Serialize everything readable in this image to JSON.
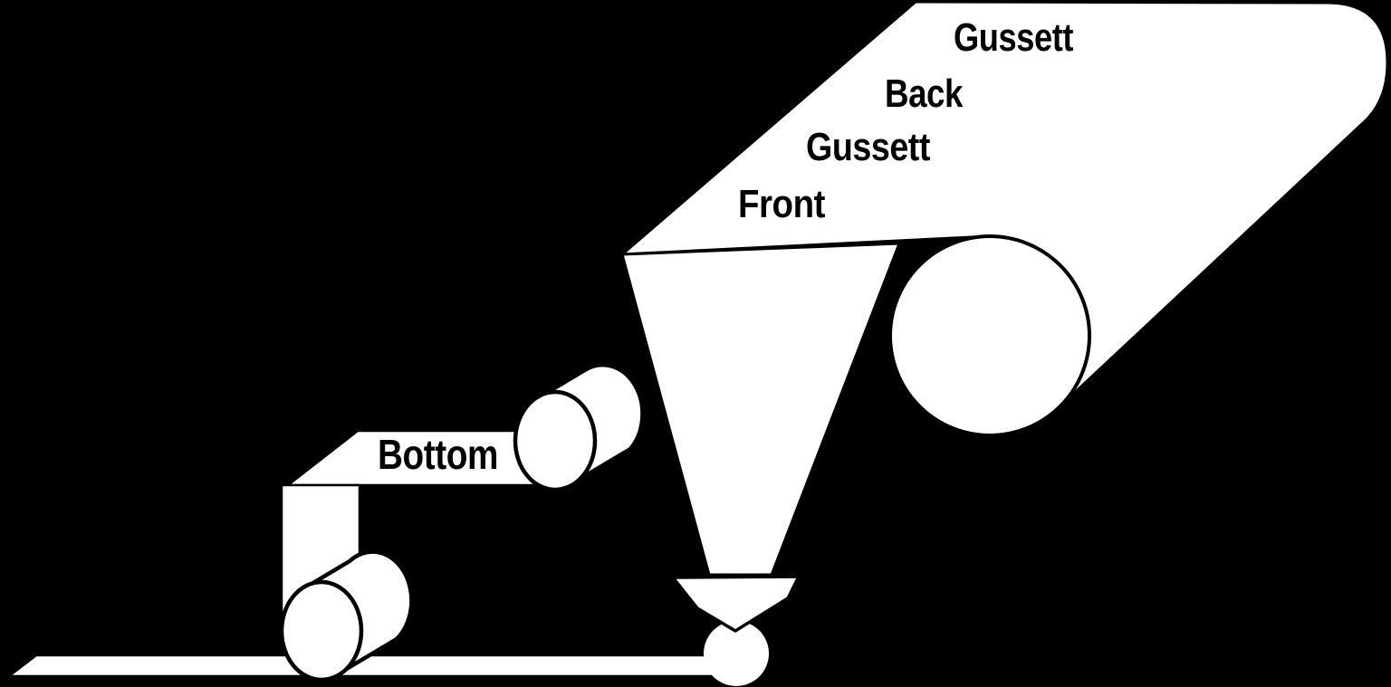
{
  "diagram": {
    "background_color": "#000000",
    "shape_fill_color": "#ffffff",
    "outline_color": "#000000",
    "labels": {
      "gussett_top": "Gussett",
      "back": "Back",
      "gussett_lower": "Gussett",
      "front": "Front",
      "bottom": "Bottom"
    }
  }
}
